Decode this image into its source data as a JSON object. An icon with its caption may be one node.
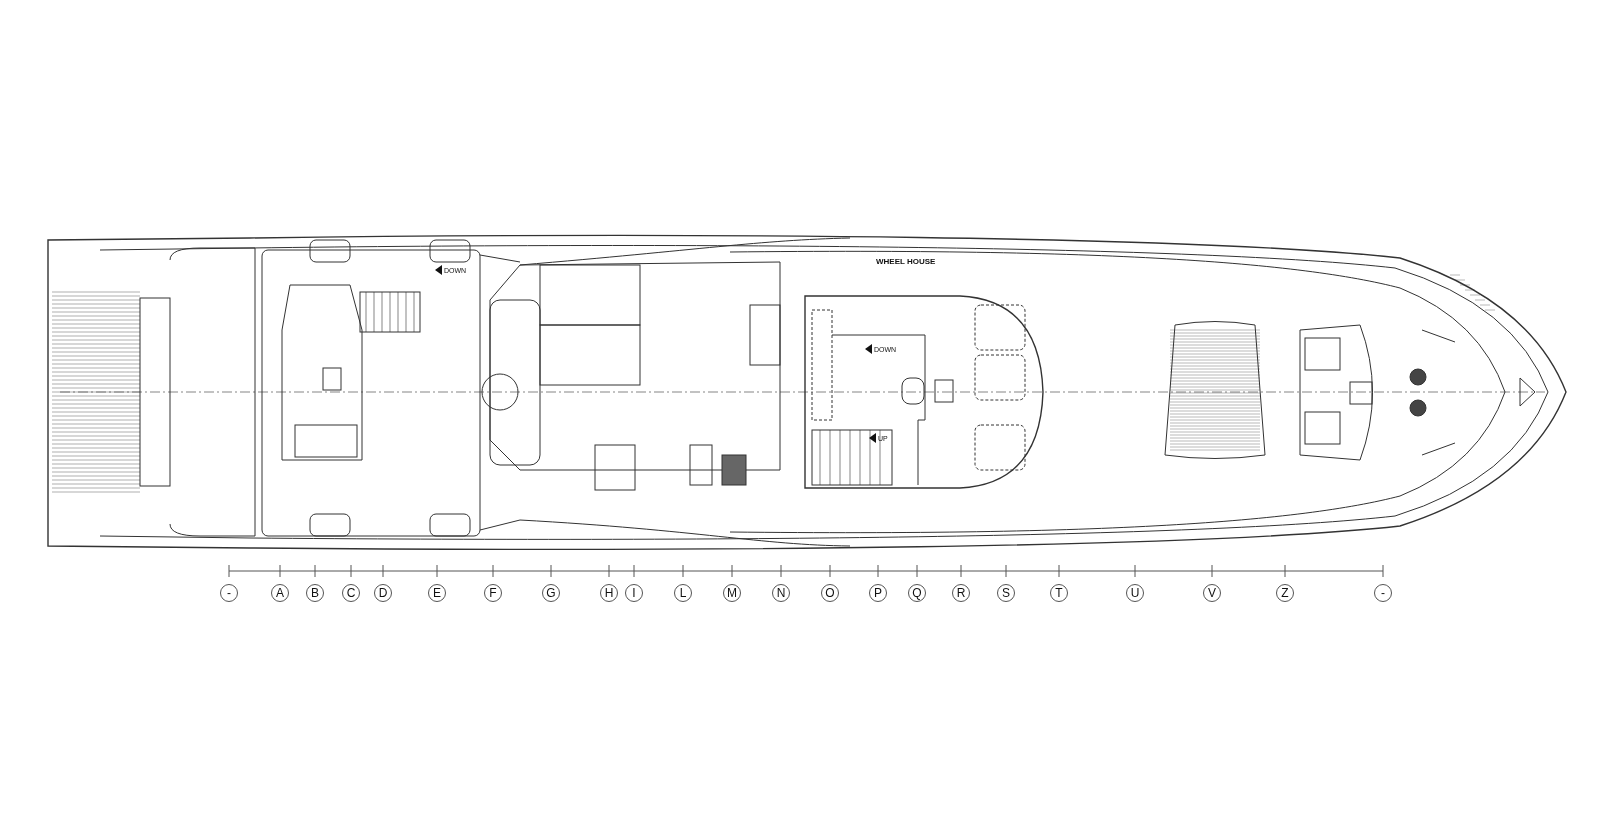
{
  "diagram": {
    "labels": [
      "DOWN",
      "WHEEL HOUSE",
      "DOWN",
      "UP",
      "-",
      "A",
      "B",
      "C",
      "D",
      "E",
      "F",
      "G",
      "H",
      "I",
      "L",
      "M",
      "N",
      "O",
      "P",
      "Q",
      "R",
      "S",
      "T",
      "U",
      "V",
      "Z",
      "-"
    ]
  }
}
